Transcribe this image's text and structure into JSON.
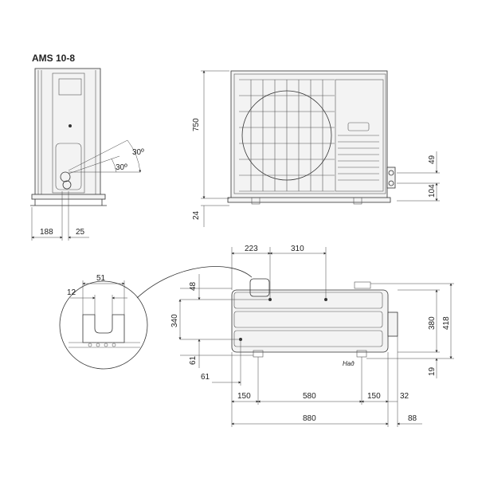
{
  "title": "AMS 10-8",
  "side_view": {
    "angle_upper": "30º",
    "angle_lower": "30º",
    "dim_left": "188",
    "dim_right": "25"
  },
  "front_view": {
    "height": "750",
    "foot": "24",
    "pipe_upper": "49",
    "pipe_lower": "104"
  },
  "detail": {
    "width": "51",
    "slot": "12"
  },
  "top_view": {
    "d223": "223",
    "d310": "310",
    "d48": "48",
    "d340": "340",
    "d61v": "61",
    "d61h": "61",
    "d380": "380",
    "d418": "418",
    "d19": "19",
    "d150a": "150",
    "d580": "580",
    "d150b": "150",
    "d32": "32",
    "d880": "880",
    "d88": "88",
    "label": "Над"
  },
  "colors": {
    "line": "#333333",
    "body_fill": "#f3f3f3"
  }
}
